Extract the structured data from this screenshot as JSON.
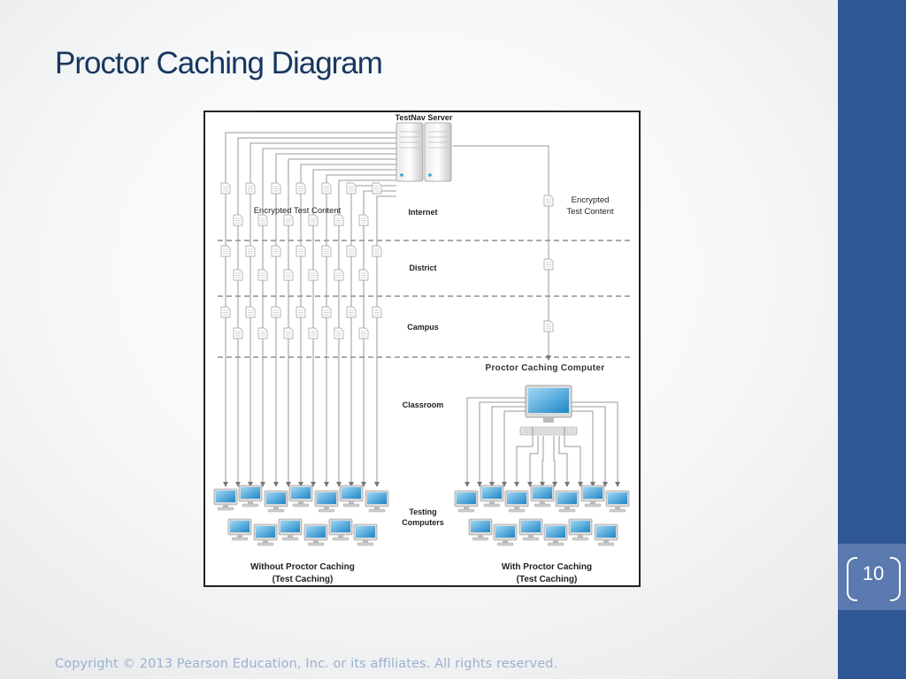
{
  "slide": {
    "title": "Proctor Caching Diagram",
    "page_number": "10",
    "copyright": "Copyright © 2013 Pearson Education, Inc. or its affiliates. All rights reserved."
  },
  "diagram": {
    "server_label": "TestNav Server",
    "encrypted_left": "Encrypted Test Content",
    "encrypted_right_line1": "Encrypted",
    "encrypted_right_line2": "Test Content",
    "zones": [
      "Internet",
      "District",
      "Campus",
      "Classroom"
    ],
    "testing_line1": "Testing",
    "testing_line2": "Computers",
    "proctor_label": "Proctor Caching Computer",
    "left_caption_line1": "Without Proctor Caching",
    "left_caption_line2": "(Test Caching)",
    "right_caption_line1": "With Proctor Caching",
    "right_caption_line2": "(Test Caching)"
  },
  "colors": {
    "title": "#17375e",
    "band": "#2f5796",
    "badge": "#5a79ae",
    "screen": "#2d9fd9"
  }
}
